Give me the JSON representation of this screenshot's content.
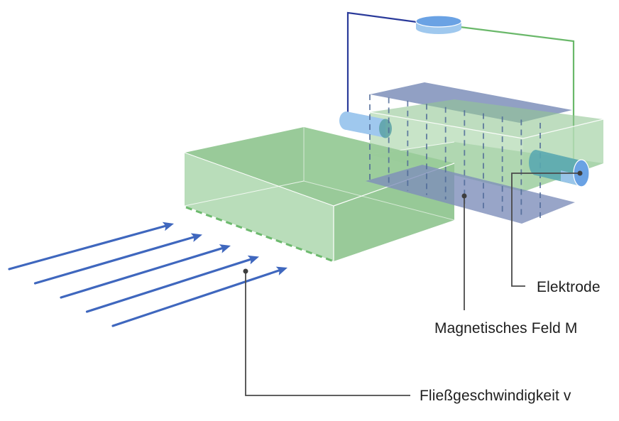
{
  "diagram": {
    "type": "magnetic-inductive flowmeter schematic",
    "labels": {
      "electrode": "Elektrode",
      "magnetic_field": "Magnetisches Feld M",
      "flow_velocity": "Fließgeschwindigkeit v"
    },
    "flow_arrows": {
      "count": 5
    },
    "magnetic_field_lines": {
      "count": 10
    },
    "colors": {
      "pipe_green": "#93c794",
      "pipe_green_light": "#b5dbb6",
      "pipe_edge": "#6dba6e",
      "magnet_plate": "#7e8fba",
      "arrow_blue": "#3f67be",
      "wire_left": "#2a3a9a",
      "wire_right": "#6ab86a",
      "electrode_blue": "#9fc8ee",
      "electrode_cap": "#6aa2e4",
      "leader_line": "#4a4a4a",
      "label_text": "#1e1e1e"
    }
  }
}
